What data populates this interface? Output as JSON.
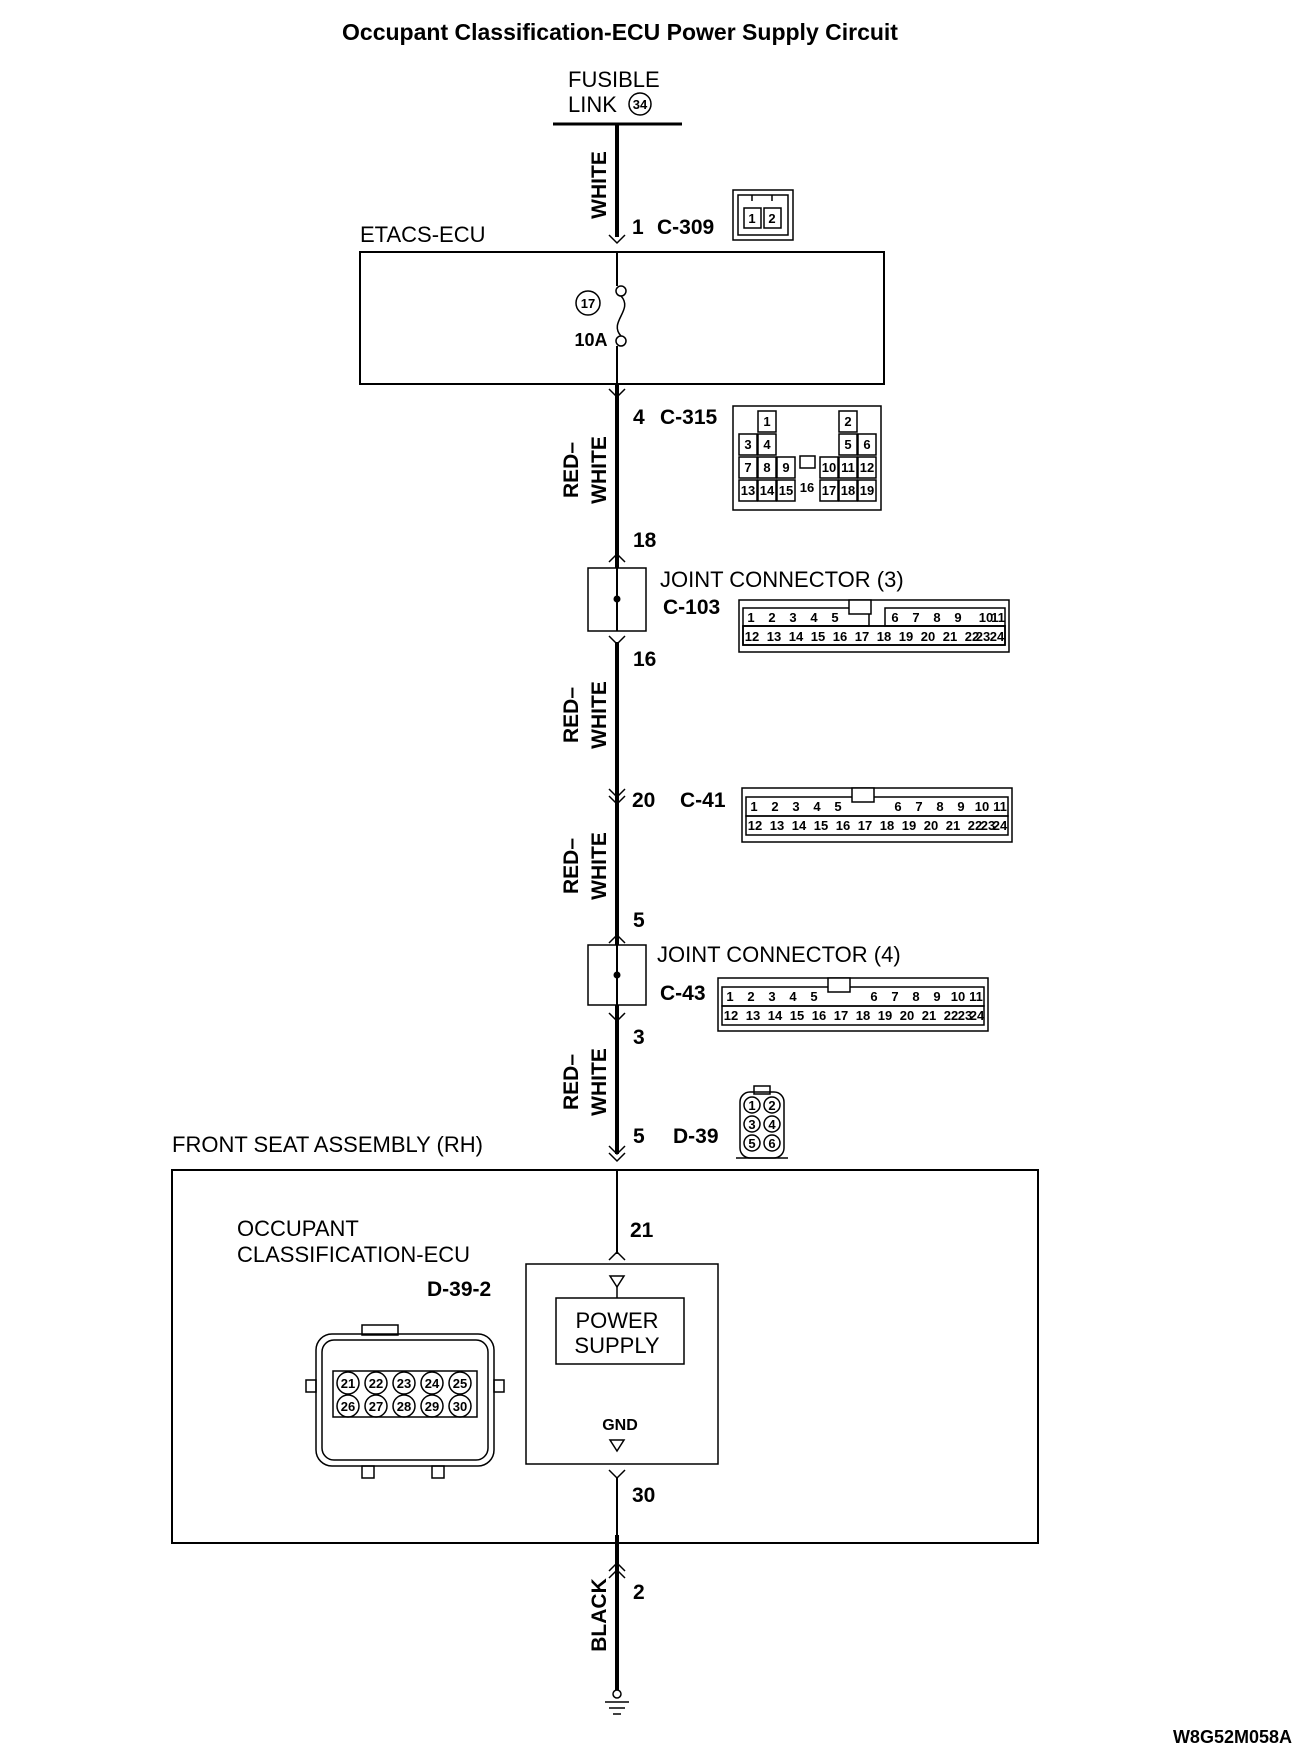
{
  "title": "Occupant Classification-ECU Power Supply Circuit",
  "fusible_link": {
    "line1": "FUSIBLE",
    "line2": "LINK",
    "number": "34"
  },
  "wires": {
    "white": "WHITE",
    "red": "RED–",
    "white2": "WHITE",
    "black": "BLACK"
  },
  "etacs": {
    "label": "ETACS-ECU",
    "fuse_number": "17",
    "fuse_rating": "10A"
  },
  "connectors": {
    "c309": {
      "pin": "1",
      "id": "C-309",
      "pins": [
        "1",
        "2"
      ]
    },
    "c315": {
      "pin": "4",
      "id": "C-315",
      "pins": [
        "1",
        "2",
        "3",
        "4",
        "5",
        "6",
        "7",
        "8",
        "9",
        "10",
        "11",
        "12",
        "13",
        "14",
        "15",
        "16",
        "17",
        "18",
        "19"
      ]
    },
    "c103": {
      "label": "JOINT CONNECTOR (3)",
      "id": "C-103",
      "pin_in": "18",
      "pin_out": "16"
    },
    "c41": {
      "pin": "20",
      "id": "C-41"
    },
    "c43": {
      "label": "JOINT CONNECTOR (4)",
      "id": "C-43",
      "pin_in": "5",
      "pin_out": "3"
    },
    "d39": {
      "pin": "5",
      "id": "D-39",
      "pins": [
        "1",
        "2",
        "3",
        "4",
        "5",
        "6"
      ]
    }
  },
  "pins24": [
    "1",
    "2",
    "3",
    "4",
    "5",
    "6",
    "7",
    "8",
    "9",
    "10",
    "11",
    "12",
    "13",
    "14",
    "15",
    "16",
    "17",
    "18",
    "19",
    "20",
    "21",
    "22",
    "23",
    "24"
  ],
  "front_seat": {
    "label": "FRONT SEAT ASSEMBLY (RH)",
    "ecu_line1": "OCCUPANT",
    "ecu_line2": "CLASSIFICATION-ECU",
    "connector_id": "D-39-2",
    "pin_in": "21",
    "pin_out": "30",
    "power_supply_line1": "POWER",
    "power_supply_line2": "SUPPLY",
    "gnd": "GND",
    "ecu_pins": [
      "21",
      "22",
      "23",
      "24",
      "25",
      "26",
      "27",
      "28",
      "29",
      "30"
    ]
  },
  "ground_pin": "2",
  "code": "W8G52M058A"
}
